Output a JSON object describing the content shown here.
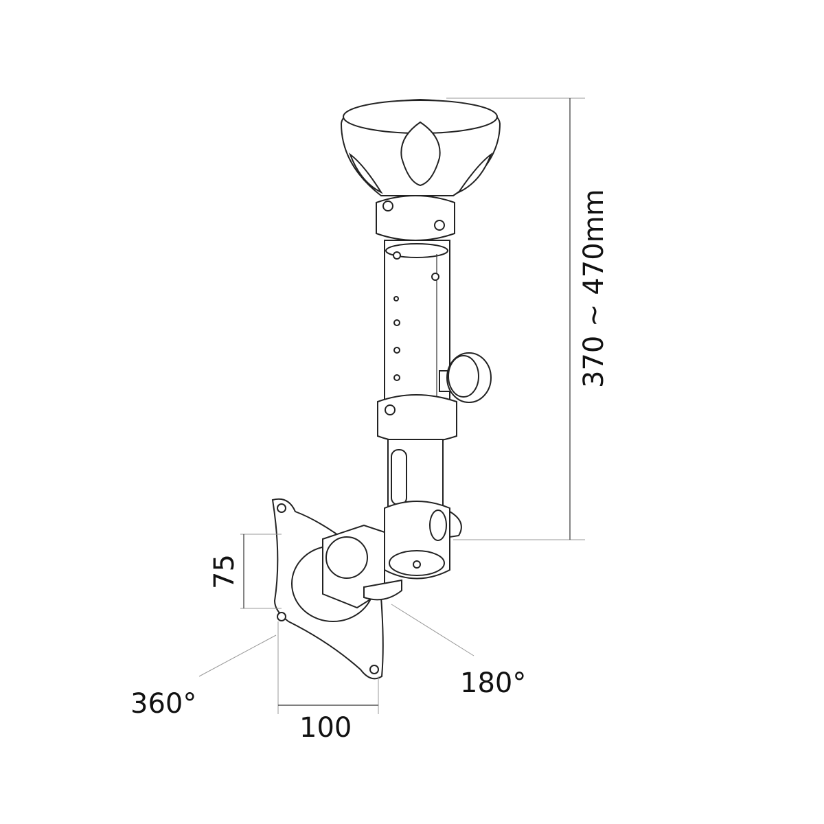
{
  "dimensions": {
    "height_range": "370 ~ 470mm",
    "vesa_vertical": "75",
    "vesa_horizontal": "100",
    "swivel": "360°",
    "tilt": "180°"
  },
  "colors": {
    "line": "#222222",
    "background": "#ffffff"
  }
}
